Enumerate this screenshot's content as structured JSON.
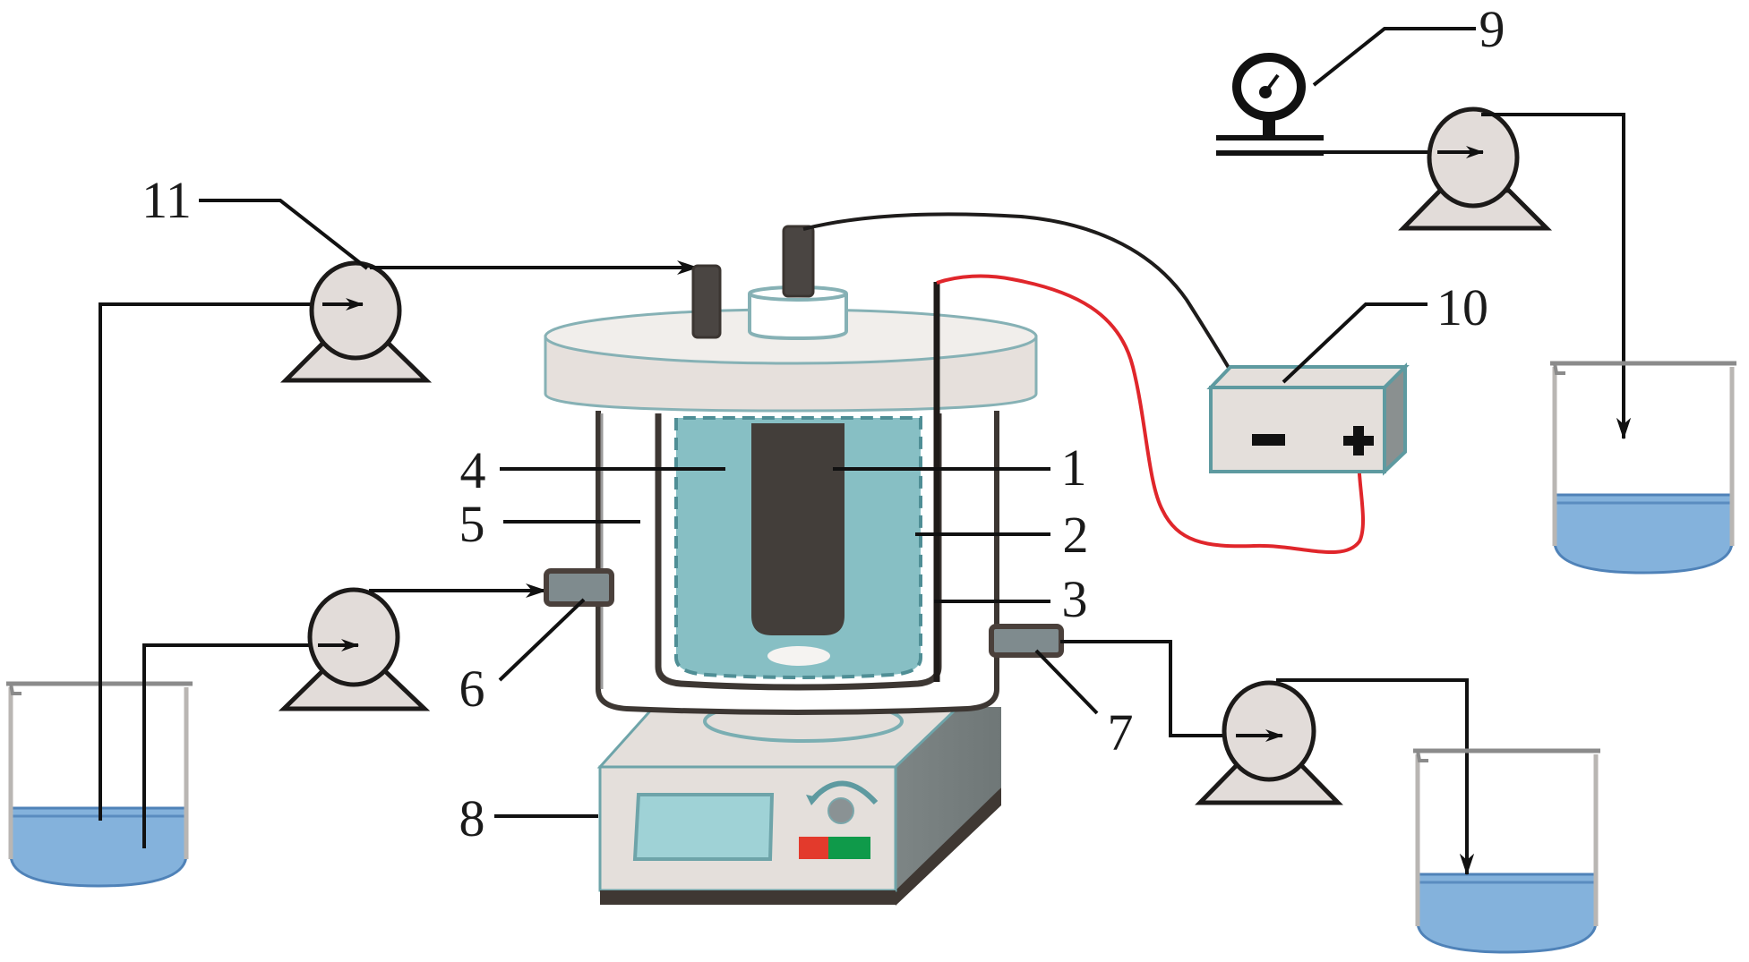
{
  "figure": {
    "title": "Electrochemical reactor setup schematic",
    "labels": {
      "l1": "1",
      "l2": "2",
      "l3": "3",
      "l4": "4",
      "l5": "5",
      "l6": "6",
      "l7": "7",
      "l8": "8",
      "l9": "9",
      "l10": "10",
      "l11": "11"
    },
    "power_supply": {
      "negative_symbol": "−",
      "positive_symbol": "+"
    },
    "colors": {
      "reactor_liquid": "#87bfc4",
      "beaker_liquid": "#84b2dc",
      "anode_rod": "#433e3a",
      "positive_wire": "#e0262b",
      "negative_wire": "#1e1c1b",
      "button_red": "#e33a2c",
      "button_green": "#0f9a4a",
      "screen": "#9fd2d6"
    }
  }
}
